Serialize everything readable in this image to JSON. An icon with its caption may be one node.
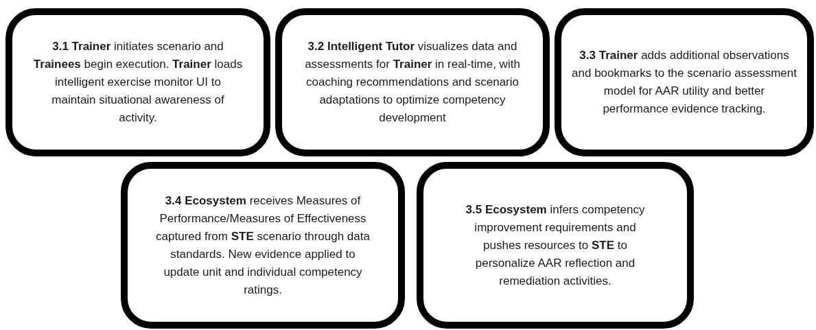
{
  "diagram": {
    "nodes": [
      {
        "text": [
          "**3.1 Trainer** initiates scenario and **Trainees** begin execution. **Trainer** loads intelligent exercise monitor UI to maintain situational awareness of activity."
        ]
      },
      {
        "text": [
          "**3.2 Intelligent Tutor** visualizes data and assessments for **Trainer** in real-time, with coaching recommendations and scenario adaptations to optimize competency development"
        ]
      },
      {
        "text": [
          "**3.3 Trainer** adds additional observations and bookmarks to the scenario assessment model for AAR utility and better performance evidence tracking."
        ]
      },
      {
        "text": [
          "**3.4 Ecosystem** receives Measures of Performance/Measures of Effectiveness captured from **STE** scenario through data standards. New evidence applied to update unit and individual competency ratings."
        ]
      },
      {
        "text": [
          "**3.5 Ecosystem** infers competency improvement requirements and pushes resources to **STE** to personalize AAR reflection and remediation activities."
        ]
      }
    ]
  }
}
